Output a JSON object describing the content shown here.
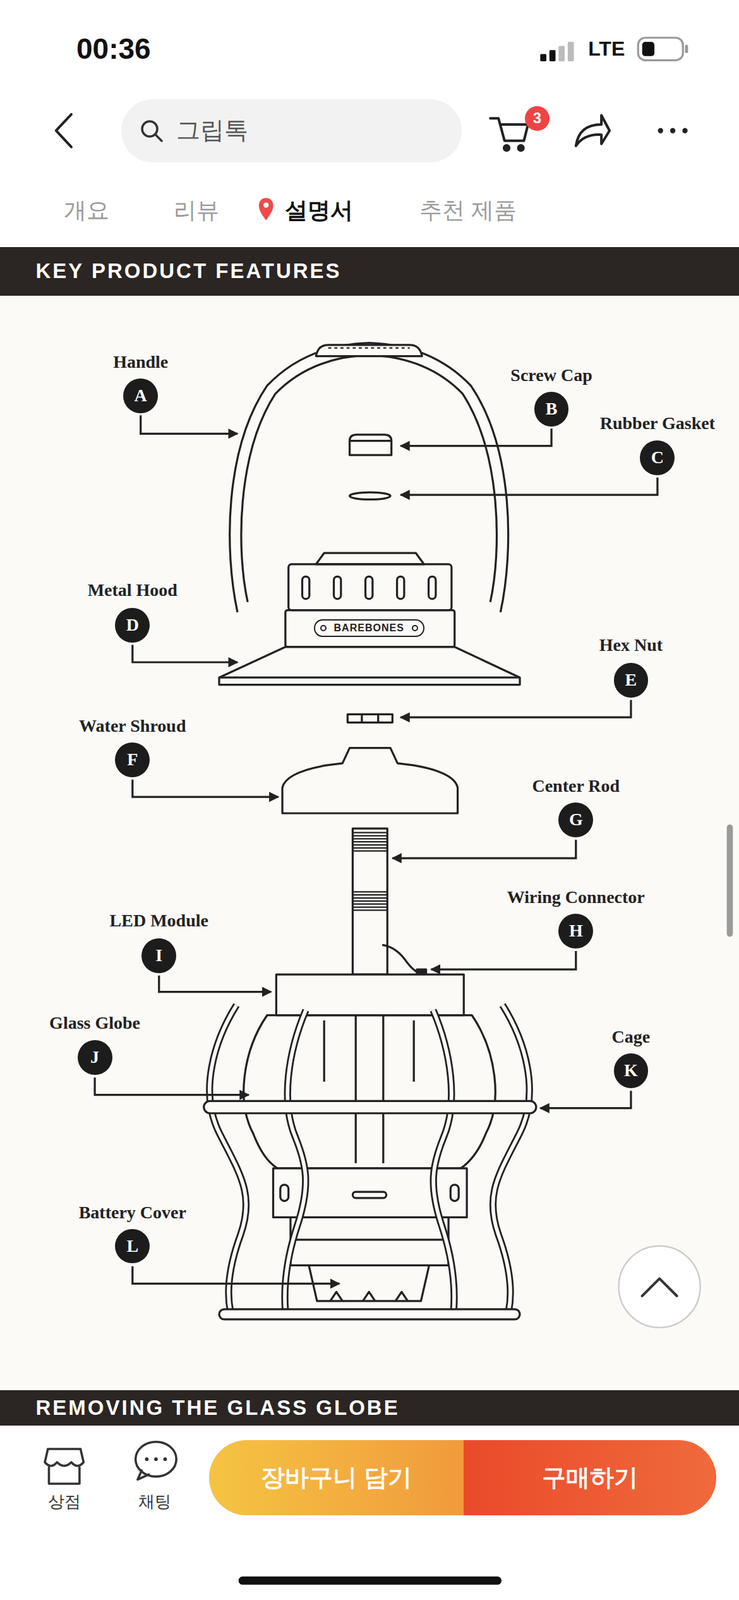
{
  "diagram": {
    "nodes": [
      {
        "text": [
          "그립톡"
        ]
      },
      {
        "text": [
          "3"
        ]
      },
      {
        "text": [
          "KEY PRODUCT FEATURES"
        ]
      },
      {
        "text": [
          "A"
        ]
      },
      {
        "text": [
          "B"
        ]
      },
      {
        "text": [
          "C"
        ]
      },
      {
        "text": [
          "D"
        ]
      },
      {
        "text": [
          "BAREBONES"
        ]
      },
      {
        "text": [
          "E"
        ]
      },
      {
        "text": [
          "F"
        ]
      },
      {
        "text": [
          "G"
        ]
      },
      {
        "text": [
          "H"
        ]
      },
      {
        "text": [
          "I"
        ]
      },
      {
        "text": [
          "J"
        ]
      },
      {
        "text": [
          "K"
        ]
      },
      {
        "text": [
          "L"
        ]
      },
      {
        "text": [
          "REMOVING THE GLASS GLOBE"
        ]
      },
      {
        "text": [
          "장바구니 담기"
        ]
      },
      {
        "text": [
          "구매하기"
        ]
      }
    ],
    "labels": [
      "00:36",
      "LTE",
      "개요",
      "리뷰",
      "설명서",
      "추천 제품",
      "Handle",
      "Screw Cap",
      "Rubber Gasket",
      "Metal Hood",
      "Hex Nut",
      "Water Shroud",
      "Center Rod",
      "Wiring Connector",
      "LED Module",
      "Glass Globe",
      "Cage",
      "Battery Cover",
      "상점",
      "채팅"
    ]
  }
}
